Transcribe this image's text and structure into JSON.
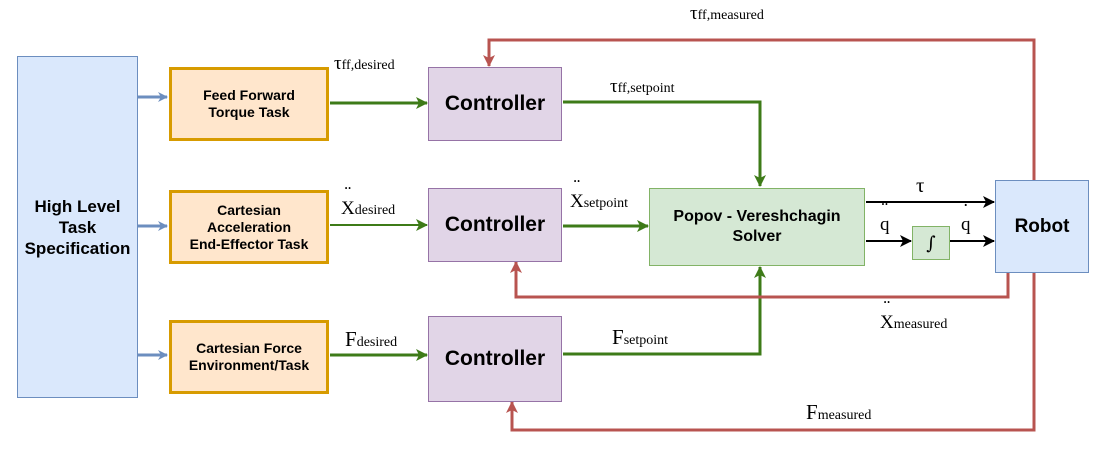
{
  "blocks": {
    "high_level": "High Level\nTask\nSpecification",
    "ff_task": "Feed Forward\nTorque Task",
    "accel_task": "Cartesian\nAcceleration\nEnd-Effector Task",
    "force_task": "Cartesian Force\nEnvironment/Task",
    "controller_top": "Controller",
    "controller_mid": "Controller",
    "controller_bot": "Controller",
    "solver": "Popov - Vereshchagin\nSolver",
    "robot": "Robot",
    "integrator": "∫"
  },
  "signals": {
    "tau_ff_desired": {
      "sym": "τ",
      "sub": "ff,desired"
    },
    "tau_ff_setpoint": {
      "sym": "τ",
      "sub": "ff,setpoint"
    },
    "tau_ff_measured": {
      "sym": "τ",
      "sub": "ff,measured"
    },
    "x_desired": {
      "sym": "X",
      "sub": "desired"
    },
    "x_setpoint": {
      "sym": "X",
      "sub": "setpoint"
    },
    "x_measured": {
      "sym": "X",
      "sub": "measured"
    },
    "f_desired": {
      "sym": "F",
      "sub": "desired"
    },
    "f_setpoint": {
      "sym": "F",
      "sub": "setpoint"
    },
    "f_measured": {
      "sym": "F",
      "sub": "measured"
    },
    "tau": {
      "sym": "τ"
    },
    "q_ddot": {
      "sym": "q"
    },
    "q_dot": {
      "sym": "q"
    }
  },
  "colors": {
    "input_arrow": "#6c8ebf",
    "forward_arrow": "#3e7b18",
    "feedback_arrow": "#b85450",
    "output_arrow": "#000000"
  }
}
